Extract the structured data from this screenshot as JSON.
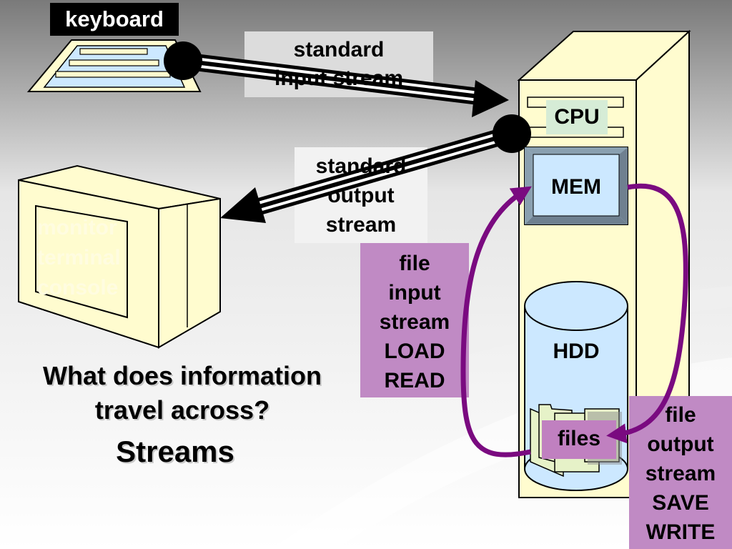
{
  "labels": {
    "keyboard": "keyboard",
    "std_in": "standard\ninput stream",
    "std_out": "standard\noutput\nstream",
    "cpu": "CPU",
    "mem": "MEM",
    "hdd": "HDD",
    "files": "files",
    "file_in": "file\ninput\nstream\nLOAD\nREAD",
    "file_out": "file\noutput\nstream\nSAVE\nWRITE",
    "monitor": "monitor\nterminal\nconsole"
  },
  "question": {
    "line1": "What does information",
    "line2": "travel across?",
    "answer": "Streams"
  },
  "colors": {
    "case": "#fffccf",
    "memory": "#cce8ff",
    "file_box": "#c08ac4",
    "files_label_box": "#c080c0",
    "arrow_purple": "#7a0a80",
    "keyboard_label_bg": "#000000"
  }
}
